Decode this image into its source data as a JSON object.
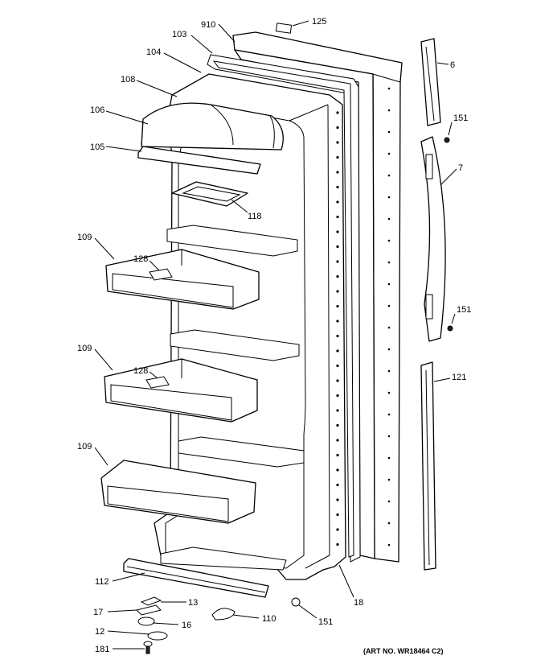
{
  "diagram": {
    "art_number": "(ART NO. WR18464 C2)",
    "labels": {
      "l910": "910",
      "l125": "125",
      "l103": "103",
      "l104": "104",
      "l108": "108",
      "l106": "106",
      "l105": "105",
      "l118": "118",
      "l109a": "109",
      "l128a": "128",
      "l109b": "109",
      "l128b": "128",
      "l109c": "109",
      "l112": "112",
      "l13": "13",
      "l17": "17",
      "l16": "16",
      "l12": "12",
      "l181": "181",
      "l110": "110",
      "l151c": "151",
      "l18": "18",
      "l6": "6",
      "l151a": "151",
      "l7": "7",
      "l151b": "151",
      "l121": "121"
    }
  }
}
